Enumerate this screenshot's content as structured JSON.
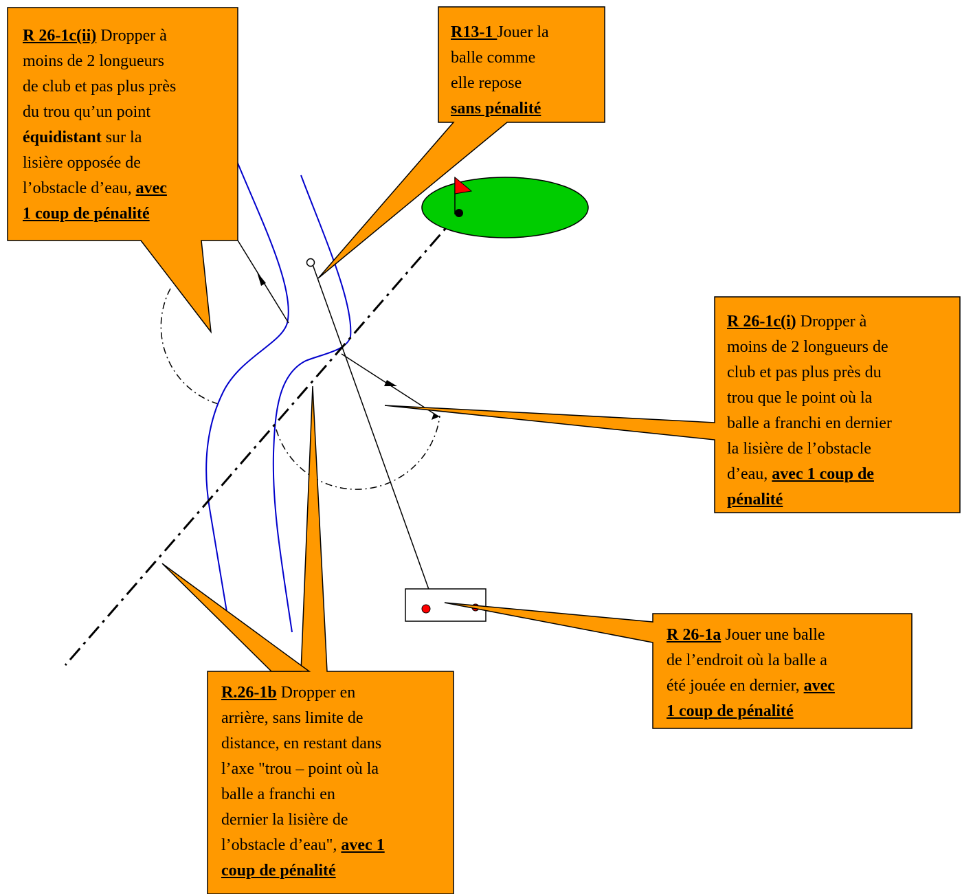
{
  "colors": {
    "callout_fill": "#ff9900",
    "green": "#00cc00",
    "water_line": "#0000cc",
    "flag": "#ff0000",
    "ball_red": "#ff0000"
  },
  "callouts": {
    "r26_1c_ii": {
      "rule": "R 26-1c(ii)",
      "t1": "  Dropper à",
      "t2": "moins de 2 longueurs",
      "t3": "de club et pas plus près",
      "t4": "du trou qu’un point",
      "t5_bold": "équidistant",
      "t5": " sur la",
      "t6": "lisière  opposée de",
      "t7": "l’obstacle d’eau, ",
      "pen1": "avec",
      "pen2": "1 coup de pénalité"
    },
    "r13_1": {
      "rule": "R13-1 ",
      "t1": "Jouer la",
      "t2": "balle comme",
      "t3": "elle repose",
      "pen": "sans pénalité"
    },
    "r26_1c_i": {
      "rule": "R 26-1c(i",
      "rule_close": ")",
      "t1": "  Dropper à",
      "t2": "moins de 2 longueurs de",
      "t3": "club et pas plus près du",
      "t4": "trou que le point où la",
      "t5": "balle a franchi en dernier",
      "t6": "la lisière de l’obstacle",
      "t7": "d’eau, ",
      "pen1": "avec 1 coup de",
      "pen2": "pénalité"
    },
    "r26_1a": {
      "rule": "R 26-1a",
      "t1": "  Jouer une balle",
      "t2": "de l’endroit où la balle  a",
      "t3": "été jouée en dernier, ",
      "pen1": "avec",
      "pen2": "1 coup de pénalité"
    },
    "r26_1b": {
      "rule": "R.26-1b",
      "t1": "  Dropper en",
      "t2": "arrière, sans limite de",
      "t3": "distance, en restant dans",
      "t4": "l’axe \"trou – point où la",
      "t5": "balle a franchi en",
      "t6": "dernier la lisière de",
      "t7": "l’obstacle d’eau\", ",
      "pen1": "avec 1",
      "pen2": "coup de pénalité"
    }
  }
}
